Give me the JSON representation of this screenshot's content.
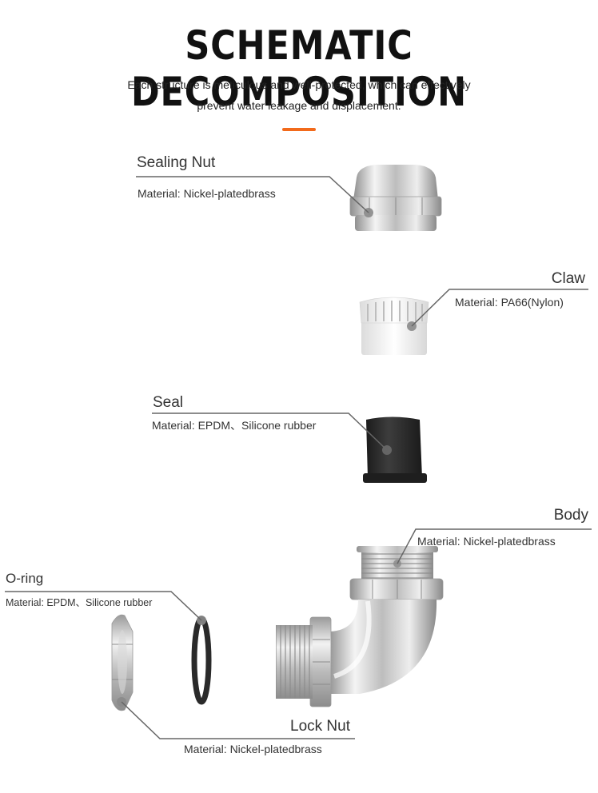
{
  "header": {
    "title": "SCHEMATIC DECOMPOSITION",
    "subtitle_line1": "Each structure is meticulous and well-protected, which can effectively",
    "subtitle_line2": "prevent water leakage and displacement."
  },
  "colors": {
    "accent": "#f26a1b",
    "leader": "#666666",
    "nickel": "#c9c9c9",
    "nylon": "#f2f2f2",
    "rubber": "#2a2a2a"
  },
  "parts": {
    "sealing_nut": {
      "name": "Sealing Nut",
      "material": "Material: Nickel-platedbrass",
      "icon": "sealing-nut-image"
    },
    "claw": {
      "name": "Claw",
      "material": "Material: PA66(Nylon)",
      "icon": "claw-image"
    },
    "seal": {
      "name": "Seal",
      "material": "Material: EPDM、Silicone rubber",
      "icon": "seal-image"
    },
    "body": {
      "name": "Body",
      "material": "Material: Nickel-platedbrass",
      "icon": "elbow-body-image"
    },
    "o_ring": {
      "name": "O-ring",
      "material": "Material: EPDM、Silicone rubber",
      "icon": "o-ring-image"
    },
    "lock_nut": {
      "name": "Lock Nut",
      "material": "Material: Nickel-platedbrass",
      "icon": "lock-nut-image"
    }
  }
}
